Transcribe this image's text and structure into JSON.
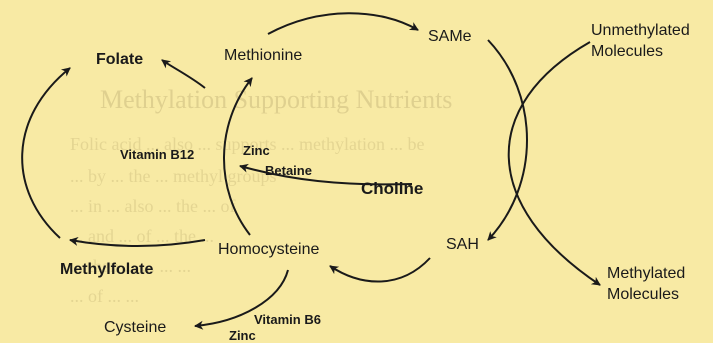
{
  "nodes": {
    "folate": "Folate",
    "methylfolate": "Methylfolate",
    "methionine": "Methionine",
    "same": "SAMe",
    "unmethylated_line1": "Unmethylated",
    "unmethylated_line2": "Molecules",
    "choline": "Choline",
    "sah": "SAH",
    "homocysteine": "Homocysteine",
    "cysteine": "Cysteine",
    "methylated_line1": "Methylated",
    "methylated_line2": "Molecules"
  },
  "cofactors": {
    "vitamin_b12": "Vitamin B12",
    "zinc_upper": "Zinc",
    "betaine": "Betaine",
    "vitamin_b6": "Vitamin B6",
    "zinc_lower": "Zinc"
  },
  "background_page": {
    "heading": "Methylation Supporting Nutrients",
    "lines": [
      "Folic acid ... also ... supports ... methylation ... be",
      "... by ... the ... methyl groups",
      "... in ... also ... the ... of",
      "... and ... of ... the ... ",
      "... than ... ... ... ... ",
      "... of ... ... "
    ]
  },
  "colors": {
    "background": "#f8eaa4",
    "ink": "#1a1a1a",
    "bleed_text": "#c9b978"
  }
}
